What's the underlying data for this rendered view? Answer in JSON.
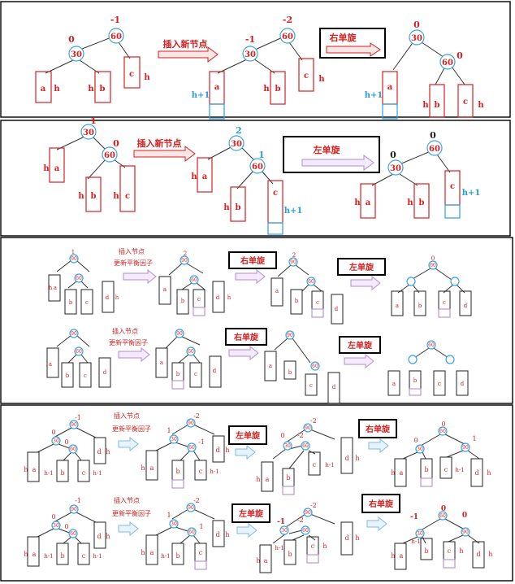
{
  "labels": {
    "insert_new_node": "插入新节点",
    "insert_node": "插入节点",
    "update_balance": "更新平衡因子",
    "right_rotate": "右单旋",
    "left_rotate": "左单旋"
  },
  "nodes": {
    "n60": "60",
    "n30": "30",
    "n90": "90"
  },
  "subtrees": {
    "a": "a",
    "b": "b",
    "c": "c",
    "d": "d",
    "h": "h",
    "h_minus": "h-1",
    "h_plus": "h+1"
  },
  "bf": {
    "m1": "-1",
    "m2": "-2",
    "z": "0",
    "p1": "1",
    "p2": "2"
  }
}
